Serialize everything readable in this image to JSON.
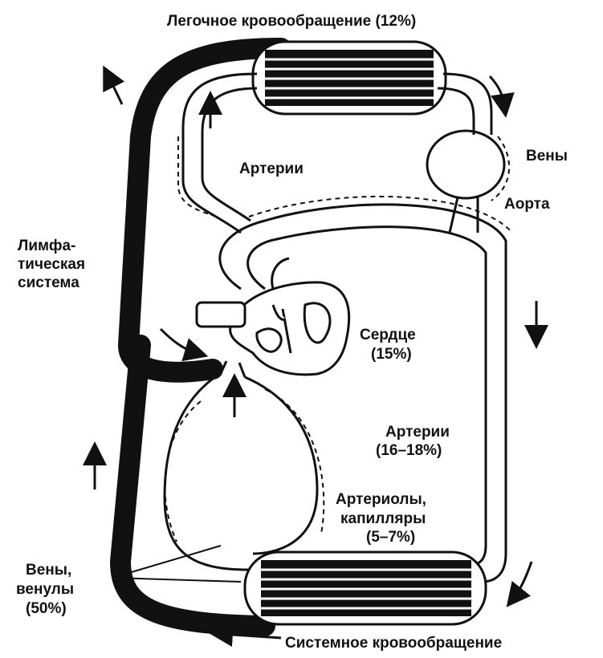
{
  "title": "Легочное кровообращение (12%)",
  "bottom_title": "Системное кровообращение",
  "labels": {
    "arteries_top": "Артерии",
    "veins_top": "Вены",
    "aorta": "Аорта",
    "lymph_1": "Лимфа-",
    "lymph_2": "тическая",
    "lymph_3": "система",
    "heart_1": "Сердце",
    "heart_2": "(15%)",
    "arteries_mid_1": "Артерии",
    "arteries_mid_2": "(16–18%)",
    "arterioles_1": "Артериолы,",
    "arterioles_2": "капилляры",
    "arterioles_3": "(5–7%)",
    "veins_1": "Вены,",
    "veins_2": "венулы",
    "veins_3": "(50%)"
  },
  "colors": {
    "ink": "#111111",
    "paper": "#ffffff"
  }
}
